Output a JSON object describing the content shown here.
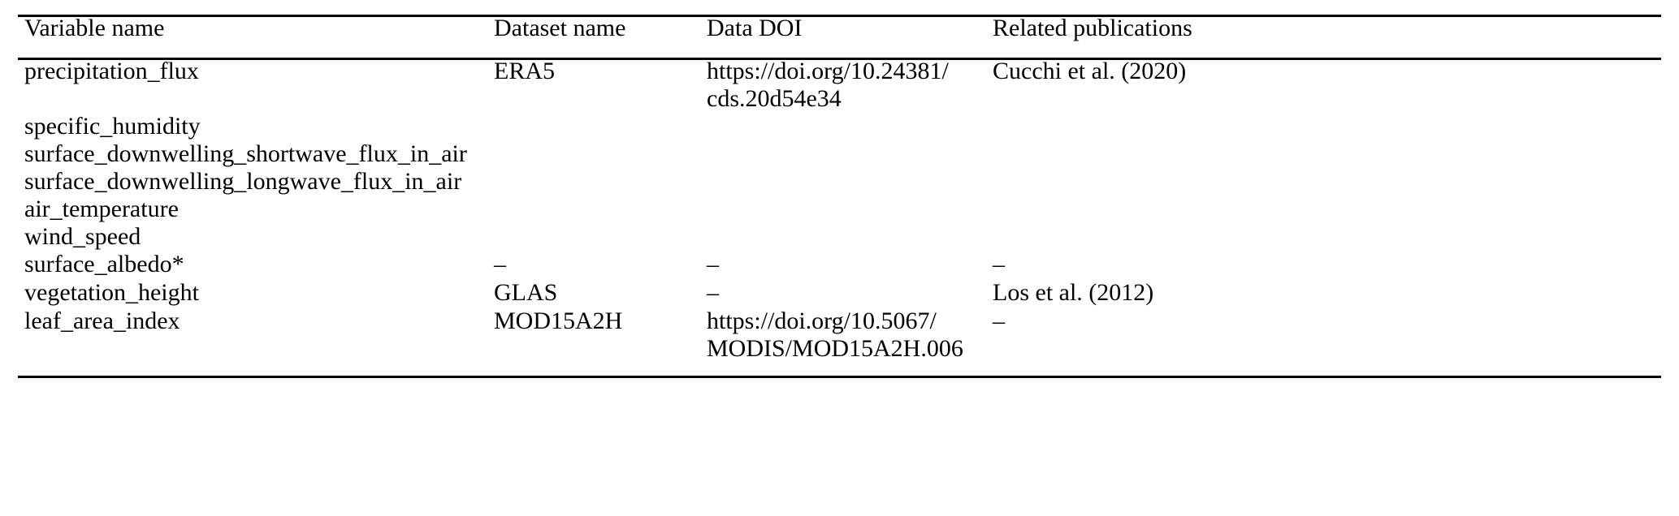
{
  "table": {
    "columns": [
      {
        "key": "variable_name",
        "label": "Variable name"
      },
      {
        "key": "dataset_name",
        "label": "Dataset name"
      },
      {
        "key": "data_doi",
        "label": "Data DOI"
      },
      {
        "key": "related_publications",
        "label": "Related publications"
      }
    ],
    "era5_group": {
      "variables": [
        "precipitation_flux",
        "specific_humidity",
        "surface_downwelling_shortwave_flux_in_air",
        "surface_downwelling_longwave_flux_in_air",
        "air_temperature",
        "wind_speed"
      ],
      "dataset_name": "ERA5",
      "doi_line1": "https://doi.org/10.24381/",
      "doi_line2": "cds.20d54e34",
      "related_publication": "Cucchi et al. (2020)"
    },
    "rows": [
      {
        "variable_name": "surface_albedo*",
        "dataset_name": "–",
        "doi_line1": "–",
        "doi_line2": "",
        "related_publication": "–"
      },
      {
        "variable_name": "vegetation_height",
        "dataset_name": "GLAS",
        "doi_line1": "–",
        "doi_line2": "",
        "related_publication": "Los et al. (2012)"
      },
      {
        "variable_name": "leaf_area_index",
        "dataset_name": "MOD15A2H",
        "doi_line1": "https://doi.org/10.5067/",
        "doi_line2": "MODIS/MOD15A2H.006",
        "related_publication": "–"
      }
    ]
  },
  "colors": {
    "rule": "#000000",
    "text": "#000000",
    "background": "#ffffff"
  }
}
